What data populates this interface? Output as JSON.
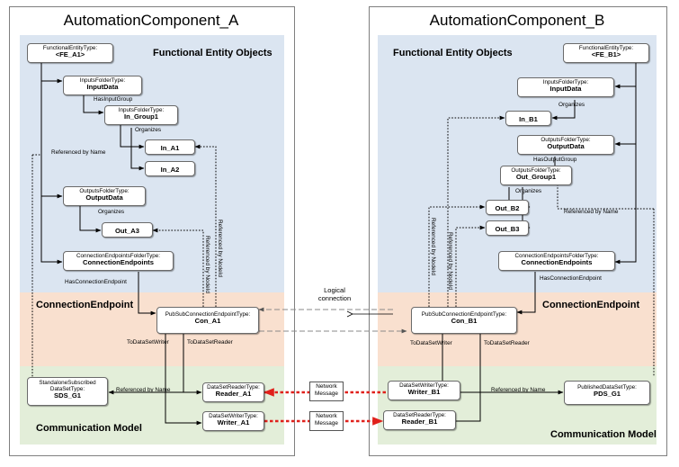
{
  "colors": {
    "fe_band": "#dbe5f1",
    "ce_band": "#f9e0cf",
    "cm_band": "#e3eed9",
    "message_arrow": "#e0201b"
  },
  "component_a": {
    "title": "AutomationComponent_A",
    "sections": {
      "functional": "Functional Entity Objects",
      "connection": "ConnectionEndpoint",
      "communication": "Communication Model"
    },
    "nodes": {
      "fe": {
        "type": "FunctionalEntityType:",
        "name": "<FE_A1>"
      },
      "inputdata": {
        "type": "InputsFolderType:",
        "name": "InputData"
      },
      "in_group": {
        "type": "InputsFolderType:",
        "name": "In_Group1"
      },
      "in_a1": {
        "name": "In_A1"
      },
      "in_a2": {
        "name": "In_A2"
      },
      "outputdata": {
        "type": "OutputsFolderType:",
        "name": "OutputData"
      },
      "out_a3": {
        "name": "Out_A3"
      },
      "cep_folder": {
        "type": "ConnectionEndpointsFolderType:",
        "name": "ConnectionEndpoints"
      },
      "con": {
        "type": "PubSubConnectionEndpointType:",
        "name": "Con_A1"
      },
      "sds": {
        "type": "StandaloneSubscribed DataSetType:",
        "name": "SDS_G1"
      },
      "reader": {
        "type": "DataSetReaderType:",
        "name": "Reader_A1"
      },
      "writer": {
        "type": "DataSetWriterType:",
        "name": "Writer_A1"
      }
    },
    "labels": {
      "has_input_group": "HasInputGroup",
      "organizes_1": "Organizes",
      "organizes_2": "Organizes",
      "referenced_by_name": "Referenced by Name",
      "has_connection_endpoint": "HasConnectionEndpoint",
      "ref_by_nodeid_1": "Referenced by NodeId",
      "ref_by_nodeid_2": "Referenced by NodeId",
      "to_dataset_writer": "ToDataSetWriter",
      "to_dataset_reader": "ToDataSetReader",
      "cm_referenced_by_name": "Referenced by Name"
    }
  },
  "component_b": {
    "title": "AutomationComponent_B",
    "sections": {
      "functional": "Functional Entity Objects",
      "connection": "ConnectionEndpoint",
      "communication": "Communication Model"
    },
    "nodes": {
      "fe": {
        "type": "FunctionalEntityType:",
        "name": "<FE_B1>"
      },
      "inputdata": {
        "type": "InputsFolderType:",
        "name": "InputData"
      },
      "in_b1": {
        "name": "In_B1"
      },
      "outputdata": {
        "type": "OutputsFolderType:",
        "name": "OutputData"
      },
      "out_group": {
        "type": "OutputsFolderType:",
        "name": "Out_Group1"
      },
      "out_b2": {
        "name": "Out_B2"
      },
      "out_b3": {
        "name": "Out_B3"
      },
      "cep_folder": {
        "type": "ConnectionEndpointsFolderType:",
        "name": "ConnectionEndpoints"
      },
      "con": {
        "type": "PubSubConnectionEndpointType:",
        "name": "Con_B1"
      },
      "writer": {
        "type": "DataSetWriterType:",
        "name": "Writer_B1"
      },
      "reader": {
        "type": "DataSetReaderType:",
        "name": "Reader_B1"
      },
      "pds": {
        "type": "PublishedDataSetType:",
        "name": "PDS_G1"
      }
    },
    "labels": {
      "organizes_1": "Organizes",
      "has_output_group": "HasOutputGroup",
      "organizes_2": "Organizes",
      "referenced_by_name": "Referenced by Name",
      "has_connection_endpoint": "HasConnectionEndpoint",
      "ref_by_nodeid_1": "Referenced by NodeId",
      "ref_by_nodeid_2": "Referenced by NodeId",
      "to_dataset_writer": "ToDataSetWriter",
      "to_dataset_reader": "ToDataSetReader",
      "cm_referenced_by_name": "Referenced by Name"
    }
  },
  "center": {
    "logical_connection": "Logical connection",
    "network_message_1": "Network Message",
    "network_message_2": "Network Message"
  }
}
